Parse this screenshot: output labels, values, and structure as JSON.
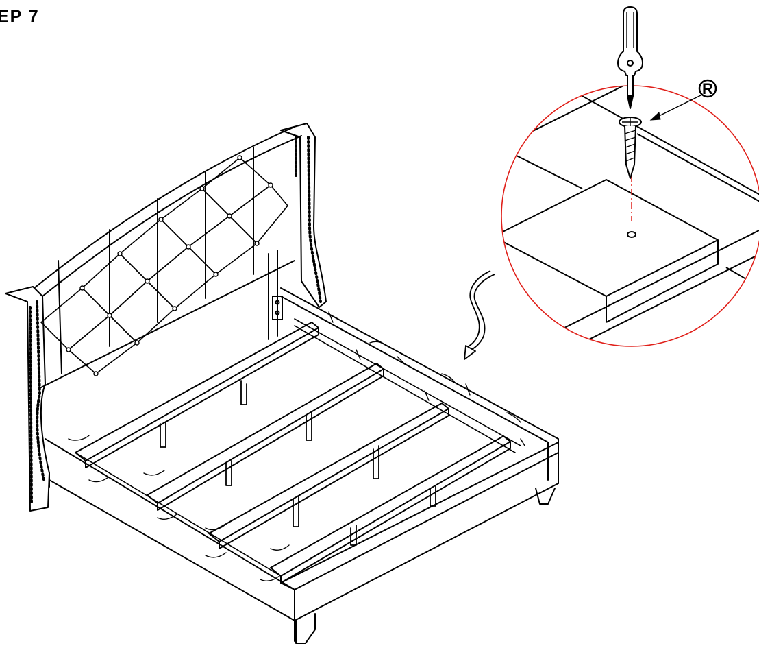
{
  "step": {
    "title": "EP 7"
  },
  "callout": {
    "part_letter": "R"
  },
  "colors": {
    "line": "#000000",
    "detail_circle": "#e0201a",
    "drill_path": "#e0201a",
    "background": "#ffffff"
  },
  "icons": [
    "screwdriver-icon",
    "screw-icon",
    "curved-arrow-icon",
    "bed-frame-illustration"
  ]
}
